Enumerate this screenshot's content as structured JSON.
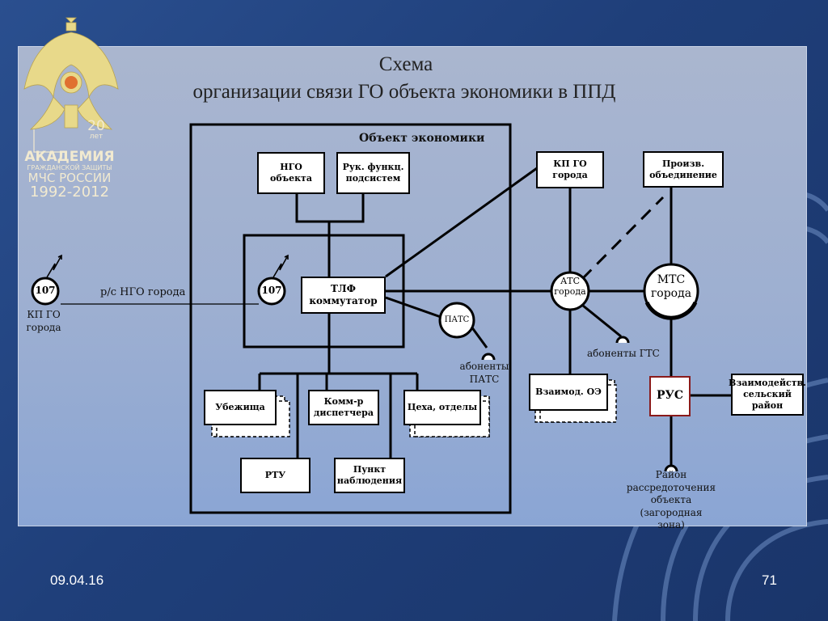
{
  "logo": {
    "years_num": "20",
    "years_word": "лет",
    "line1": "АКАДЕМИЯ",
    "line2": "ГРАЖДАНСКОЙ ЗАЩИТЫ",
    "line3": "МЧС РОССИИ",
    "line4": "1992-2012"
  },
  "title": {
    "line1": "Схема",
    "line2": "организации связи ГО объекта экономики в ППД"
  },
  "nodes": {
    "object_label": "Объект экономики",
    "ngo": "НГО объекта",
    "ruk": "Рук. функц. подсистем",
    "tlf": "ТЛФ коммутатор",
    "radio107_left": "107",
    "radio107_inner": "107",
    "kpgo_left": "КП ГО города",
    "rs_label": "р/с НГО города",
    "ubezhishcha": "Убежища",
    "komm": "Комм-р диспетчера",
    "tseha": "Цеха, отделы",
    "rtu": "РТУ",
    "punkt": "Пункт наблюдения",
    "pats": "ПАТС",
    "abonenty_pats": "абоненты ПАТС",
    "kpgo_city": "КП ГО города",
    "proizv": "Произв. объединение",
    "ats": "АТС города",
    "mts": "МТС города",
    "abonenty_gts": "абоненты ГТС",
    "vzaimod_oe": "Взаимод. ОЭ",
    "rus": "РУС",
    "vzaimod_selsk": "Взаимодейств. сельский район",
    "rayon": "Район рассредоточения объекта (загородная зона)"
  },
  "footer": {
    "date": "09.04.16",
    "page": "71"
  }
}
